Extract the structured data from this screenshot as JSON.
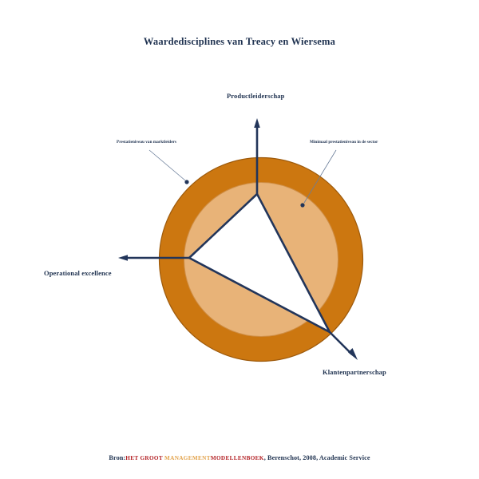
{
  "figure": {
    "title": "Waardedisciplines van Treacy en Wiersema",
    "axes": [
      {
        "id": "product-leadership",
        "label": "Productleiderschap",
        "direction": "up"
      },
      {
        "id": "operational-excellence",
        "label": "Operational excellence",
        "direction": "left"
      },
      {
        "id": "customer-partnership",
        "label": "Klantenpartnerschap",
        "direction": "down-right"
      }
    ],
    "annotations": [
      {
        "id": "market-leader-level",
        "label": "Prestatieniveau van marktleiders",
        "points_to": "outer-ring"
      },
      {
        "id": "minimum-sector-level",
        "label": "Minimaal prestatieniveau in de sector",
        "points_to": "inner-circle"
      }
    ],
    "colors": {
      "outer_ring": "#cc7710",
      "inner_circle": "#e8b378",
      "stroke": "#1f3250",
      "ring_edge": "#9d5a0c",
      "background": "#ffffff"
    }
  },
  "source": {
    "prefix": "Bron:",
    "book_part1": "HET GROOT ",
    "book_part2": "MANAGEMENT",
    "book_part3": "MODELLENBOEK",
    "rest": ", Berenschot, 2008, Academic Service"
  }
}
